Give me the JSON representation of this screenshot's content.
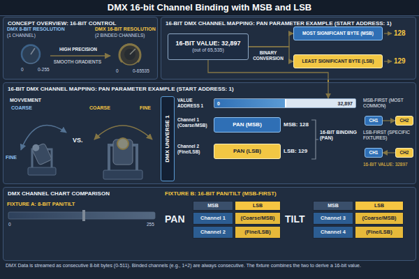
{
  "diagram": {
    "title": "DMX 16-bit Channel Binding with MSB and LSB",
    "caption": "DMX Data is streamed as consecutive 8-bit bytes (0-511). Binded channels (e.g., 1+2) are always consecutive. The fixture combines the two to derive a 16-bit value.",
    "nodes": [
      {
        "text": [
          "CONCEPT OVERVIEW: 16-BIT CONTROL"
        ]
      },
      {
        "text": [
          "16-BIT DMX CHANNEL MAPPING: PAN PARAMETER EXAMPLE (START ADDRESS: 1)"
        ]
      },
      {
        "text": [
          "16-BIT VALUE: 32,897",
          "(out of 65,535)"
        ],
        "in": 1
      },
      {
        "text": [
          "MOST SIGNIFICANT BYTE (MSB)"
        ],
        "in": 1
      },
      {
        "text": [
          "LEAST SIGNIFICANT BYTE (LSB)"
        ],
        "in": 1
      },
      {
        "text": [
          "16-BIT DMX CHANNEL MAPPING: PAN PARAMETER EXAMPLE (START ADDRESS: 1)"
        ]
      },
      {
        "text": [
          "DMX UNIVERSE 1"
        ],
        "in": 5
      },
      {
        "text": [
          "0",
          "32,897"
        ],
        "in": 5
      },
      {
        "text": [
          "PAN (MSB)"
        ],
        "in": 5
      },
      {
        "text": [
          "PAN (LSB)"
        ],
        "in": 5
      },
      {
        "text": [
          "CH1"
        ],
        "in": 5
      },
      {
        "text": [
          "CH2"
        ],
        "in": 5
      },
      {
        "text": [
          "CH1"
        ],
        "in": 5
      },
      {
        "text": [
          "CH2"
        ],
        "in": 5
      },
      {
        "text": [
          "DMX CHANNEL CHART COMPARISON"
        ]
      }
    ],
    "edges": [
      {
        "from": 2,
        "to": 3,
        "arrow": "to"
      },
      {
        "from": 2,
        "to": 4,
        "arrow": "to"
      },
      {
        "from": 2,
        "to": 7,
        "arrow": "to"
      },
      {
        "from": 10,
        "to": 11,
        "arrow": "to"
      },
      {
        "from": 13,
        "to": 12,
        "arrow": "to"
      }
    ],
    "labels": [
      "DMX 8-BIT RESOLUTION",
      "(1 CHANNEL)",
      "0",
      "0-255",
      "HIGH PRECISION",
      "SMOOTH GRADIENTS",
      "DMX 16-BIT RESOLUTION",
      "(2 BINDED CHANNELS)",
      "0",
      "0-65535",
      "BINARY CONVERSION",
      "128",
      "129",
      "MOVVEMENT",
      "COARSE",
      "FINE",
      "VS.",
      "COARSE",
      "FINE",
      "VALUE ADDRESS 1",
      "Channel 1 (Coarse/MSB)",
      "MSB: 128",
      "Channel 2 (Fine/LSB)",
      "LSB: 129",
      "16-BIT BINDING (PAN)",
      "MSB-FIRST (MOST COMMON)",
      "LSB-FIRST (SPECIFIC FIXTURES)",
      "16-BIT VALUE: 32897",
      "FIXTURE A: 8-BIT PAN/TILT",
      "0",
      "255",
      "FIXTURE B: 16-BIT PAN/TILT (MSB-FIRST)",
      "PAN",
      "MSB",
      "LSB",
      "Channel 1",
      "(Coarse/MSB)",
      "Channel 2",
      "(Fine/LSB)",
      "TILT",
      "MSB",
      "LSB",
      "Channel 3",
      "(Coarse/MSB)",
      "Channel 4",
      "(Fine/LSB)"
    ]
  }
}
